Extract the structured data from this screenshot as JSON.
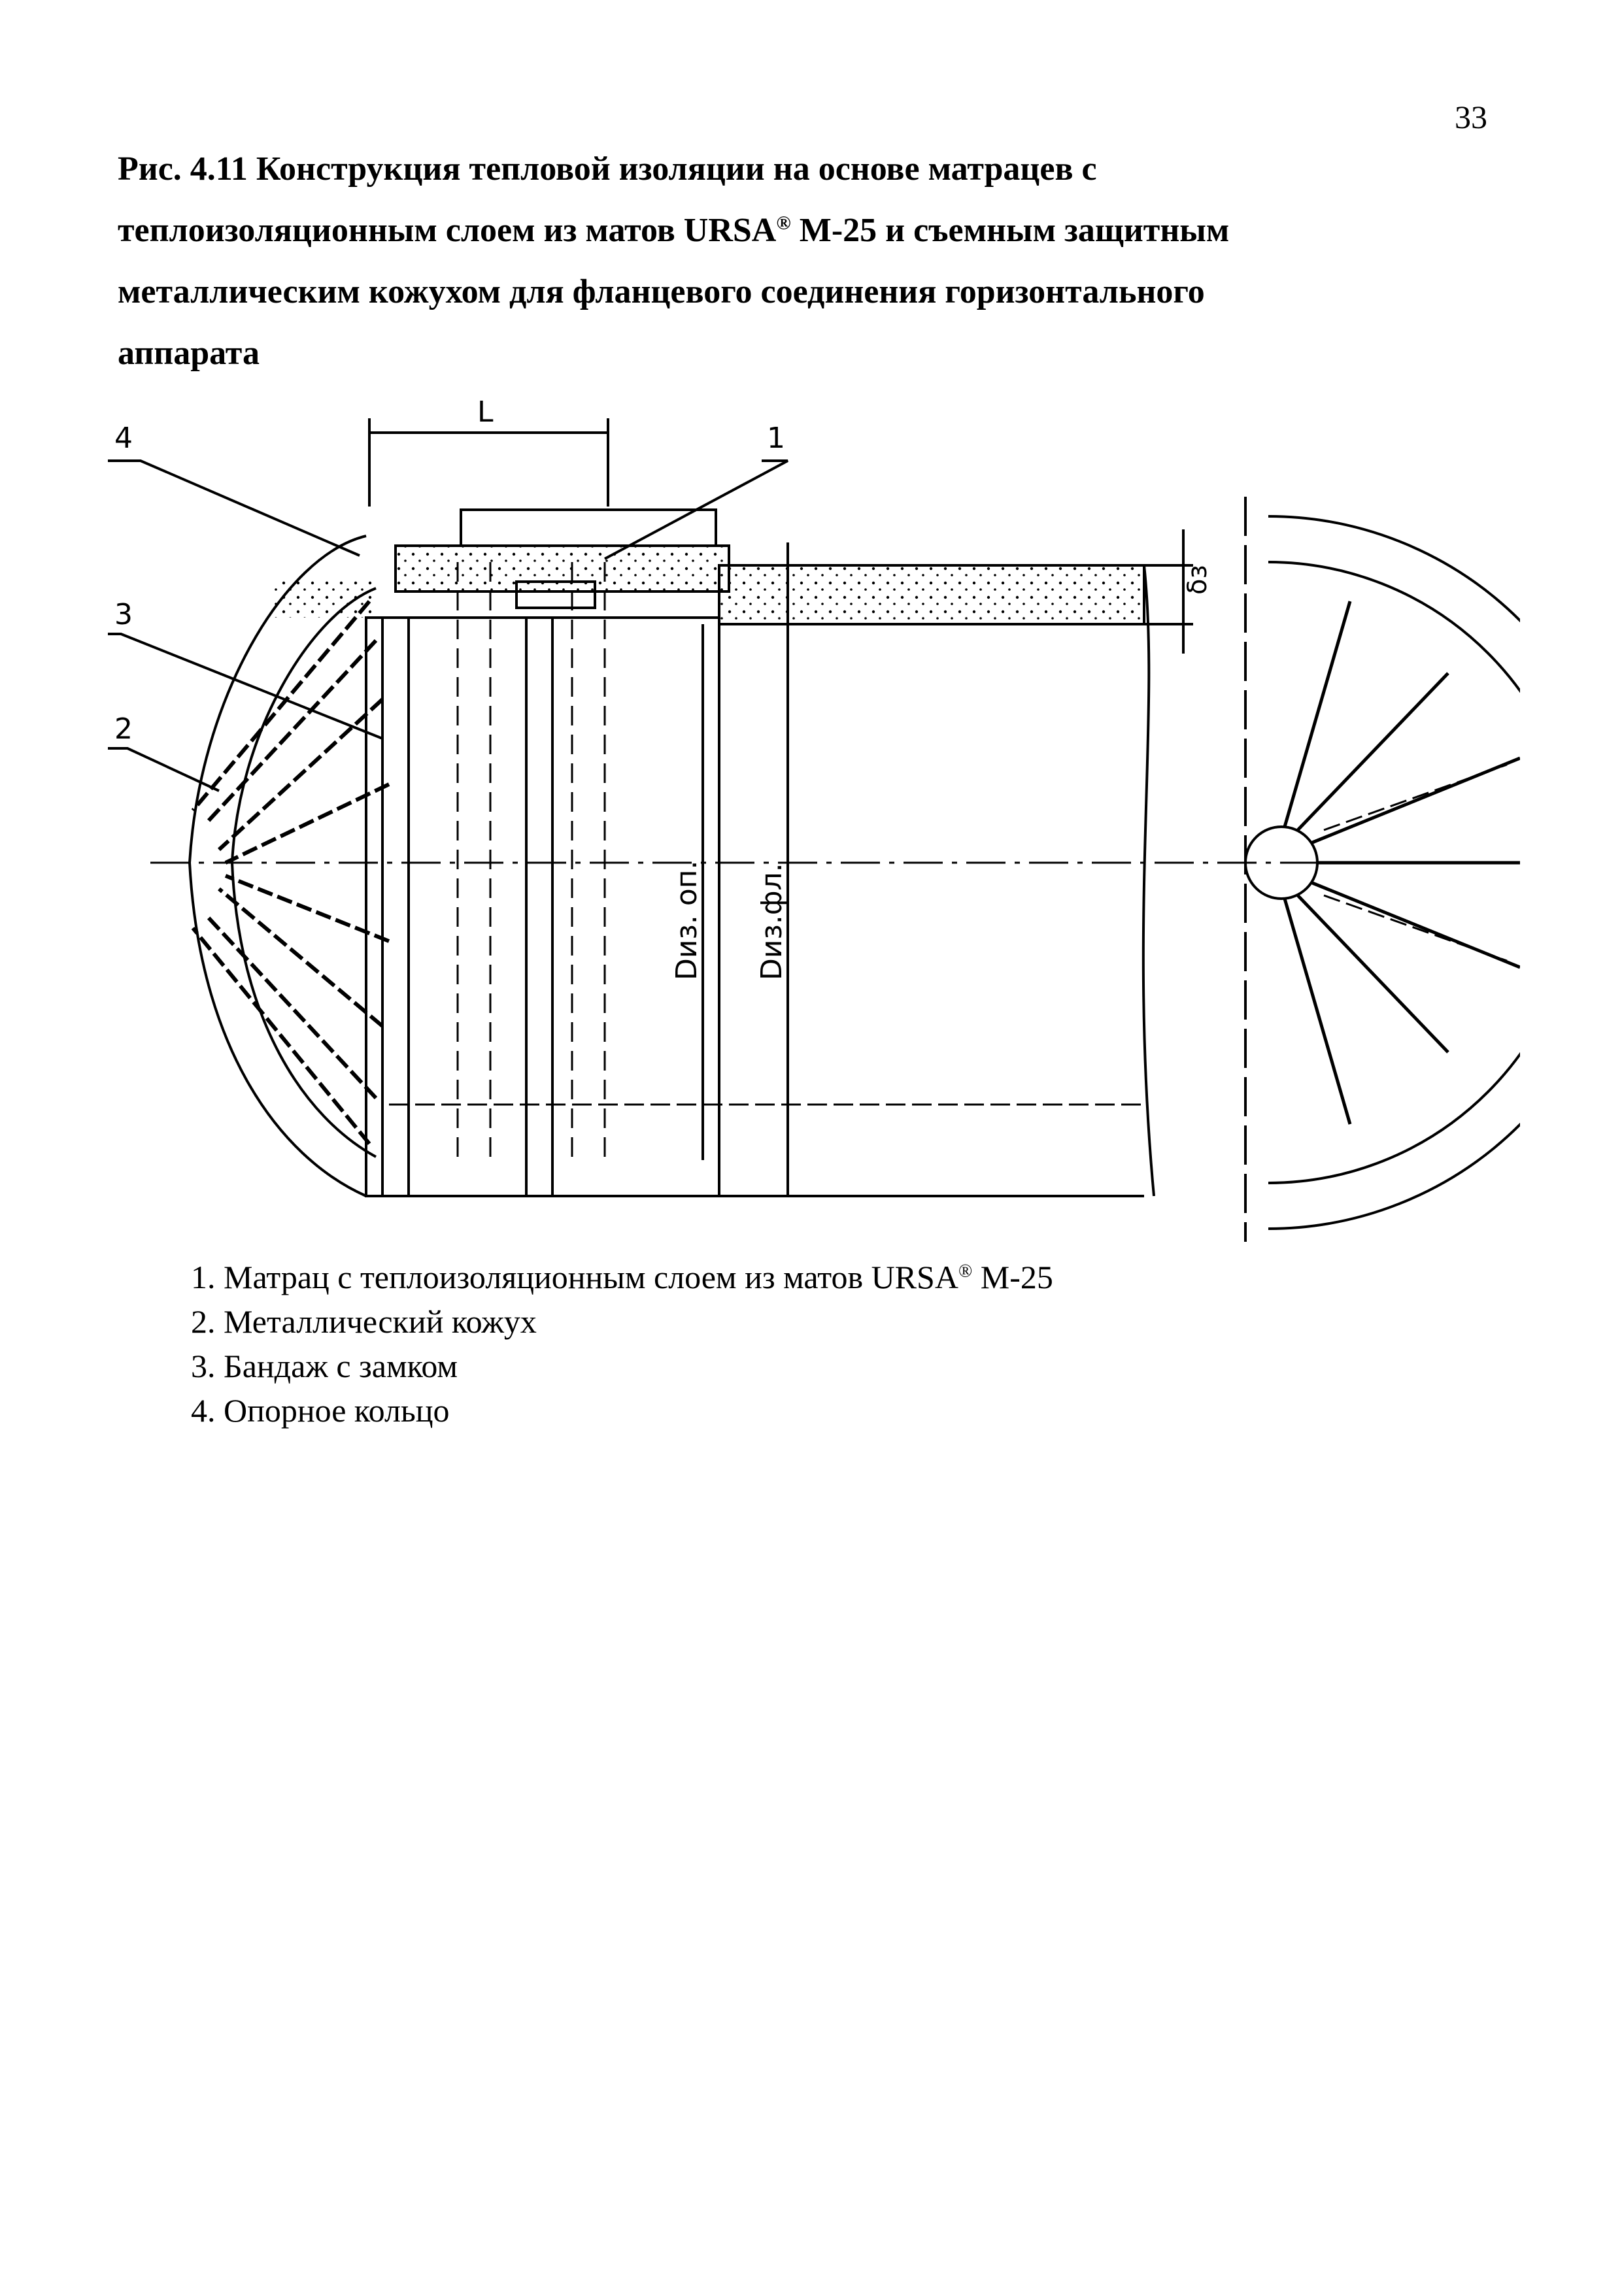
{
  "page": {
    "number": "33"
  },
  "caption": {
    "line1": "Рис. 4.11 Конструкция тепловой изоляции на основе матрацев с",
    "line2_before": "теплоизоляционным слоем из матов URSA",
    "line2_sup": "®",
    "line2_after": " М-25 и съемным защитным",
    "line3": "металлическим кожухом для фланцевого соединения горизонтального",
    "line4": "аппарата"
  },
  "drawing": {
    "callouts": [
      "4",
      "1",
      "3",
      "2"
    ],
    "dim_length": "L",
    "dim_thickness": "δз",
    "dim_d_support": "Dиз. оп.",
    "dim_d_flange": "Dиз.фл."
  },
  "legend": [
    {
      "num": "1.",
      "text": "Матрац с теплоизоляционным слоем из матов URSA",
      "sup": "®",
      "after": " М-25"
    },
    {
      "num": "2.",
      "text": "Металлический кожух"
    },
    {
      "num": "3.",
      "text": "Бандаж с замком"
    },
    {
      "num": "4.",
      "text": "Опорное кольцо"
    }
  ]
}
